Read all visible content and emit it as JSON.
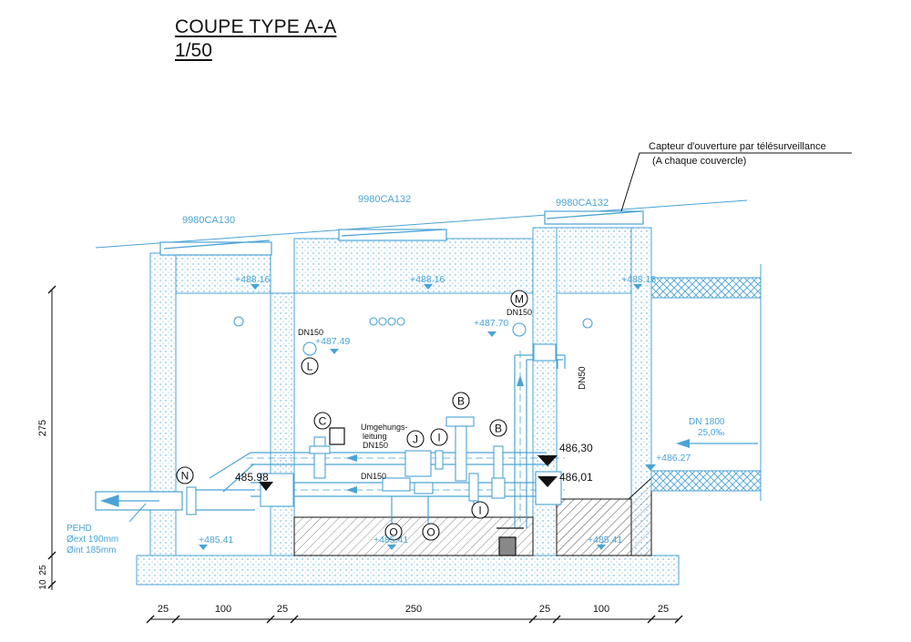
{
  "title": "COUPE TYPE A-A",
  "scale": "1/50",
  "covers": [
    "9980CA130",
    "9980CA132",
    "9980CA132"
  ],
  "sensor_note": [
    "Capteur d'ouverture par télésurveillance",
    "(A chaque couvercle)"
  ],
  "levels": {
    "top_left": "+488.16",
    "top_mid": "+488.16",
    "top_right": "+488.16",
    "l_pipe": "+487.49",
    "m_pipe": "+487.70",
    "inlet": "+486.27",
    "floor_left": "+485.41",
    "floor_mid": "+485.41",
    "floor_right": "+485.41",
    "water_high": "486,30",
    "water_low": "486,01",
    "outlet": "485.98"
  },
  "markers": [
    "B",
    "B",
    "C",
    "I",
    "I",
    "J",
    "L",
    "M",
    "N",
    "O",
    "O"
  ],
  "labels": {
    "dn150_l": "DN150",
    "dn150_m": "DN150",
    "dn150_pipe": "DN150",
    "dn50": "DN50",
    "bypass": [
      "Umgehungs-",
      "leitung",
      "DN150"
    ],
    "inlet_dn": "DN 1800",
    "inlet_slope": "25,0‰",
    "pehd": [
      "PEHD",
      "Øext 190mm",
      "Øint 185mm"
    ]
  },
  "dims_horizontal": [
    "25",
    "100",
    "25",
    "250",
    "25",
    "100",
    "25"
  ],
  "dims_vertical": [
    "275",
    "10",
    "25"
  ],
  "colors": {
    "line": "#4aa3d6",
    "ink": "#111111"
  }
}
